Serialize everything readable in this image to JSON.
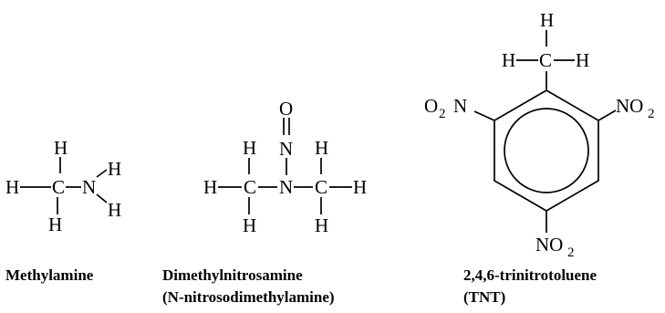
{
  "molecules": {
    "methylamine": {
      "atoms": {
        "h_top": "H",
        "h_left": "H",
        "c": "C",
        "n": "N",
        "h_bottom": "H",
        "h_n_top": "H",
        "h_n_bottom": "H"
      },
      "caption": "Methylamine"
    },
    "dimethylnitrosamine": {
      "atoms": {
        "o": "O",
        "n_top": "N",
        "h_l_top": "H",
        "h_left": "H",
        "c_left": "C",
        "h_l_bottom": "H",
        "n_center": "N",
        "h_r_top": "H",
        "c_right": "C",
        "h_right": "H",
        "h_r_bottom": "H"
      },
      "caption_line1": "Dimethylnitrosamine",
      "caption_line2": "(N-nitrosodimethylamine)"
    },
    "tnt": {
      "atoms": {
        "h_top": "H",
        "h_left": "H",
        "c": "C",
        "h_right": "H"
      },
      "groups": {
        "left": {
          "o": "O",
          "sub": "2",
          "n": "N"
        },
        "right": {
          "n": "NO",
          "sub": "2"
        },
        "bottom": {
          "n": "NO",
          "sub": "2"
        }
      },
      "caption_line1": "2,4,6-trinitrotoluene",
      "caption_line2": "(TNT)"
    }
  }
}
